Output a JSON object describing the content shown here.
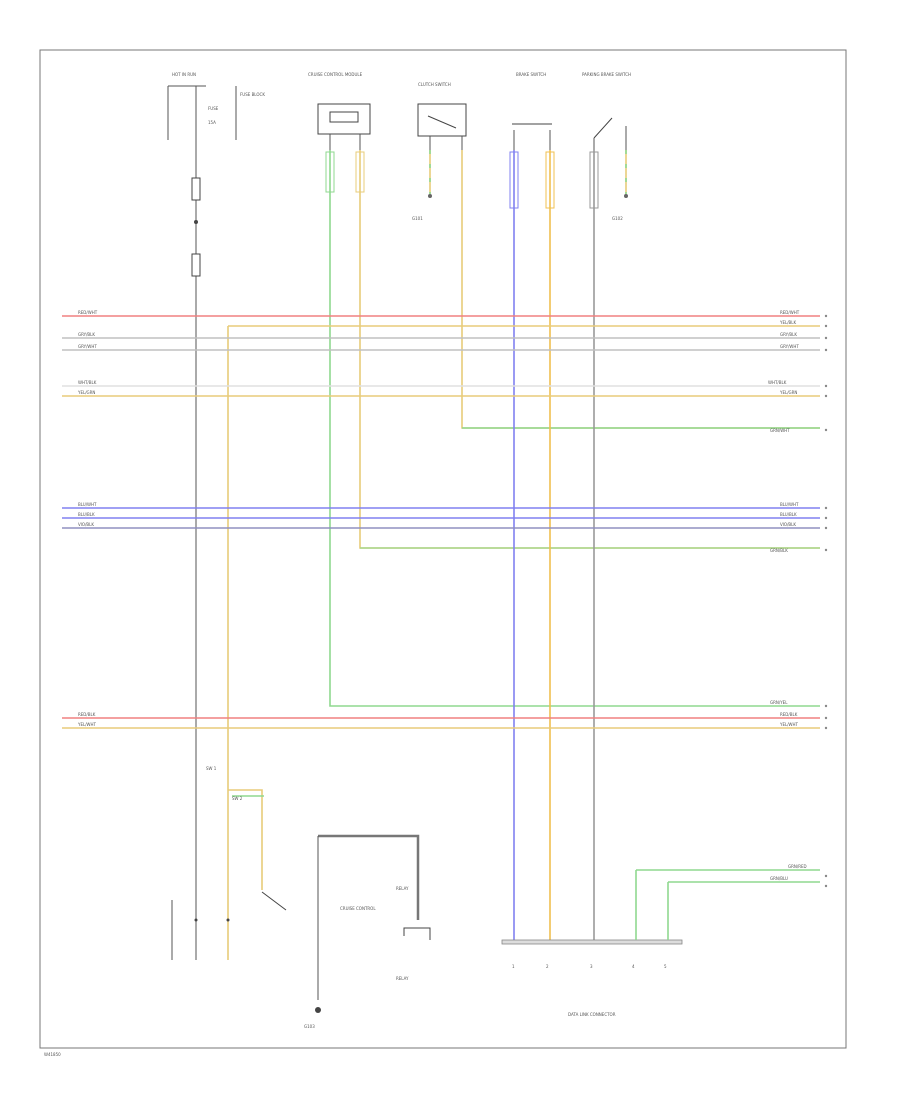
{
  "diagram": {
    "footer_code": "W41850",
    "colors": {
      "red": "#f08080",
      "yellow": "#e8cc7a",
      "green": "#8fd88f",
      "blue": "#8080f0",
      "orange": "#f0c050",
      "gray": "#b0b0b0",
      "black": "#444444"
    },
    "top_labels": {
      "hot_in_run": "HOT IN RUN",
      "fuse": "FUSE",
      "fuse_label": "15A",
      "fuse_box": "FUSE BLOCK",
      "module_a": "CRUISE CONTROL MODULE",
      "switch_b": "CLUTCH SWITCH",
      "sensor_c": "BRAKE SWITCH",
      "switch_d": "PARKING BRAKE SWITCH",
      "ground_1": "G101",
      "ground_2": "G102"
    },
    "bus_labels": {
      "red_1": "RED/WHT",
      "yellow_1": "YEL/BLK",
      "gray_1": "GRY/BLK",
      "gray_2": "GRY/WHT",
      "white_1": "WHT/BLK",
      "yellow_2": "YEL/GRN",
      "green_1": "GRN/WHT",
      "blue_1": "BLU/WHT",
      "blue_2": "BLU/BLK",
      "purple_1": "VIO/BLK",
      "green_2": "GRN/BLK",
      "green_3": "GRN/YEL",
      "red_2": "RED/BLK",
      "yellow_3": "YEL/WHT",
      "green_4": "GRN/RED",
      "green_5": "GRN/BLU"
    },
    "bottom_labels": {
      "sw_1": "SW 1",
      "sw_2": "SW 2",
      "module_bottom": "CRUISE CONTROL",
      "relay": "RELAY",
      "ground_3": "G103",
      "connector_group": "DATA LINK CONNECTOR",
      "pin_1": "1",
      "pin_2": "2",
      "pin_3": "3",
      "pin_4": "4",
      "pin_5": "5"
    }
  }
}
